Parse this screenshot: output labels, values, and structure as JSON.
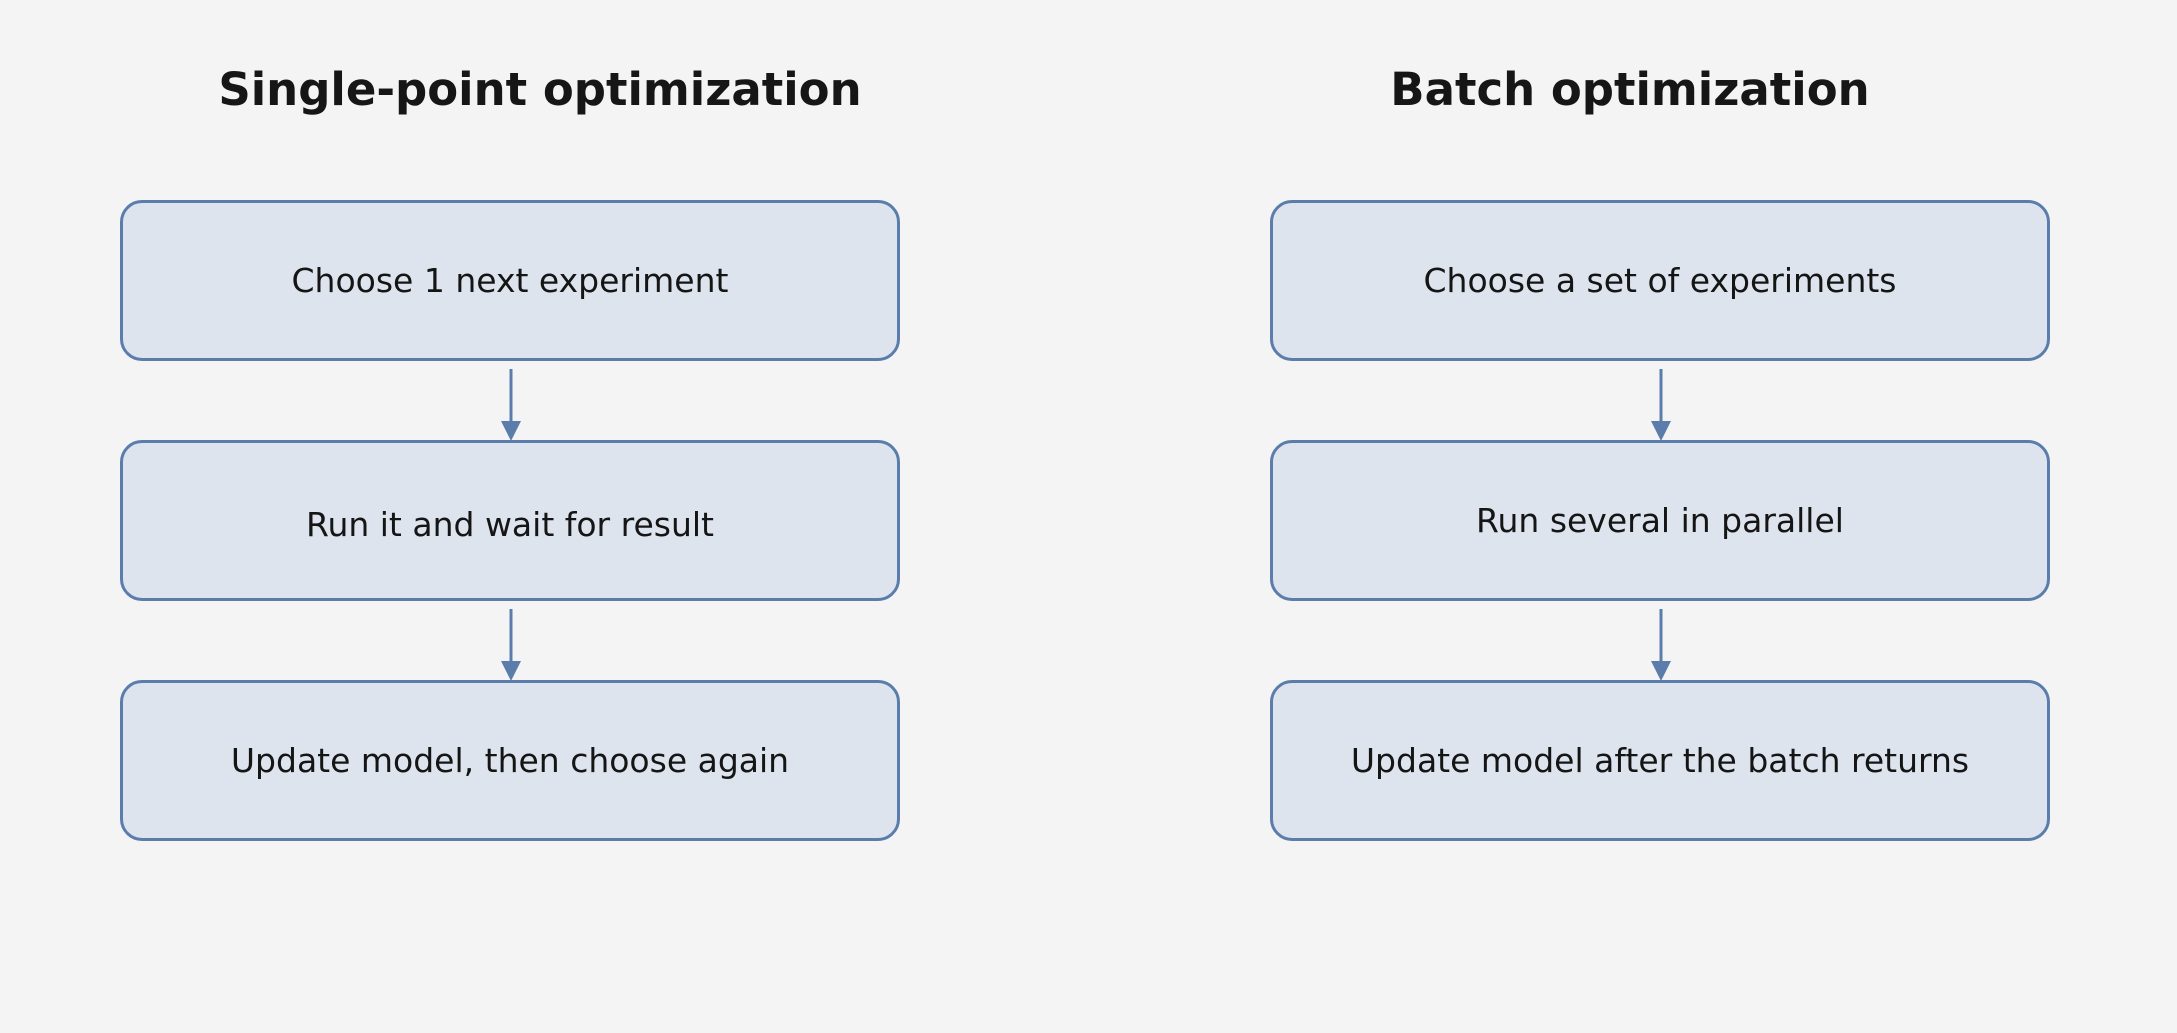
{
  "colors": {
    "background": "#f4f4f4",
    "box_fill": "#dde4ee",
    "box_border": "#5b7dab",
    "arrow": "#5b7dab",
    "text": "#151515"
  },
  "columns": [
    {
      "title": "Single-point optimization",
      "steps": [
        {
          "label": "Choose 1 next experiment"
        },
        {
          "label": "Run it and wait for result"
        },
        {
          "label": "Update model, then choose again"
        }
      ]
    },
    {
      "title": "Batch optimization",
      "steps": [
        {
          "label": "Choose a set of experiments"
        },
        {
          "label": "Run several in parallel"
        },
        {
          "label": "Update model after the batch returns"
        }
      ]
    }
  ]
}
